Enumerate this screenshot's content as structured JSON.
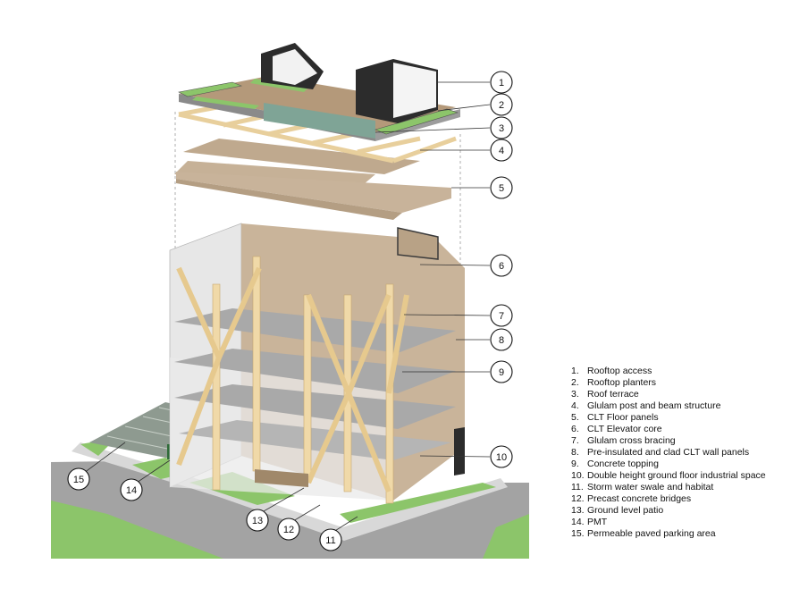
{
  "legend": [
    {
      "num": "1.",
      "text": "Rooftop access"
    },
    {
      "num": "2.",
      "text": "Rooftop planters"
    },
    {
      "num": "3.",
      "text": "Roof terrace"
    },
    {
      "num": "4.",
      "text": "Glulam post and beam structure"
    },
    {
      "num": "5.",
      "text": "CLT Floor panels"
    },
    {
      "num": "6.",
      "text": "CLT Elevator core"
    },
    {
      "num": "7.",
      "text": "Glulam cross bracing"
    },
    {
      "num": "8.",
      "text": "Pre-insulated and clad CLT wall panels"
    },
    {
      "num": "9.",
      "text": "Concrete topping"
    },
    {
      "num": "10.",
      "text": "Double height ground floor industrial space"
    },
    {
      "num": "11.",
      "text": "Storm water swale and habitat"
    },
    {
      "num": "12.",
      "text": "Precast concrete bridges"
    },
    {
      "num": "13.",
      "text": "Ground level patio"
    },
    {
      "num": "14.",
      "text": "PMT"
    },
    {
      "num": "15.",
      "text": "Permeable paved parking area"
    }
  ],
  "callouts": [
    "1",
    "2",
    "3",
    "4",
    "5",
    "6",
    "7",
    "8",
    "9",
    "10",
    "11",
    "12",
    "13",
    "14",
    "15"
  ],
  "colors": {
    "glulam": "#f0d9a8",
    "clt": "#c9b49a",
    "green": "#8cc56a",
    "road": "#9b9b9b",
    "dark": "#2c2c2c"
  }
}
